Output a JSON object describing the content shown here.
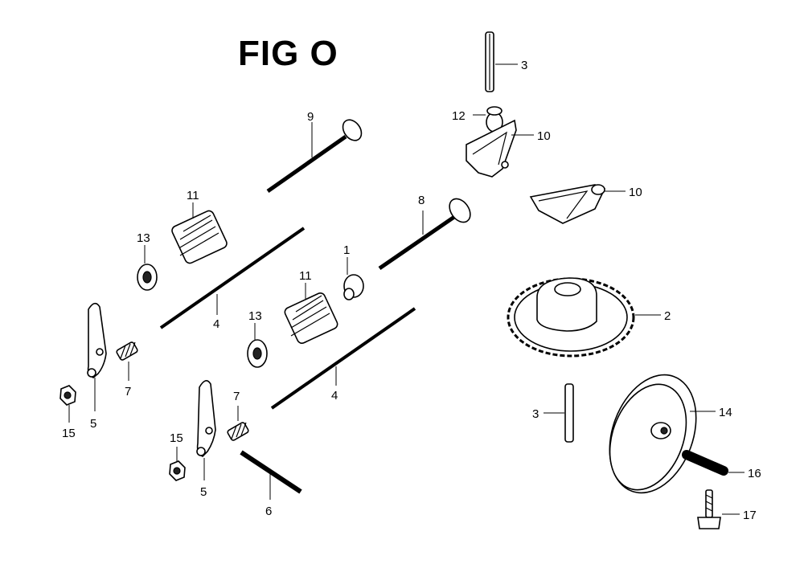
{
  "figure_title": "FIG O",
  "callouts": {
    "c1": "1",
    "c2": "2",
    "c3a": "3",
    "c3b": "3",
    "c4a": "4",
    "c4b": "4",
    "c5a": "5",
    "c5b": "5",
    "c6": "6",
    "c7a": "7",
    "c7b": "7",
    "c8": "8",
    "c9": "9",
    "c10a": "10",
    "c10b": "10",
    "c11a": "11",
    "c11b": "11",
    "c12": "12",
    "c13a": "13",
    "c13b": "13",
    "c14": "14",
    "c15a": "15",
    "c15b": "15",
    "c16": "16",
    "c17": "17"
  }
}
